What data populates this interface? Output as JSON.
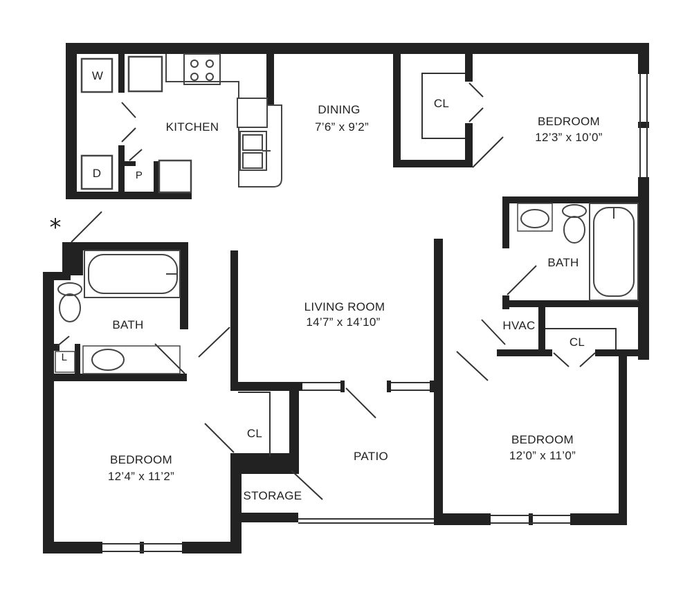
{
  "colors": {
    "wall": "#222222",
    "fixture": "#444444",
    "background": "#ffffff"
  },
  "rooms": {
    "kitchen": {
      "name": "KITCHEN"
    },
    "dining": {
      "name": "DINING",
      "size": "7’6” x 9’2”"
    },
    "bedroom_ne": {
      "name": "BEDROOM",
      "size": "12’3” x 10’0”"
    },
    "closet_ne": {
      "name": "CL"
    },
    "bath_east": {
      "name": "BATH"
    },
    "living": {
      "name": "LIVING ROOM",
      "size": "14’7” x 14’10”"
    },
    "bath_west": {
      "name": "BATH"
    },
    "hvac": {
      "name": "HVAC"
    },
    "closet_se": {
      "name": "CL"
    },
    "closet_sw": {
      "name": "CL"
    },
    "patio": {
      "name": "PATIO"
    },
    "storage": {
      "name": "STORAGE"
    },
    "bedroom_sw": {
      "name": "BEDROOM",
      "size": "12’4” x 11’2”"
    },
    "bedroom_se": {
      "name": "BEDROOM",
      "size": "12’0” x 11’0”"
    }
  },
  "appliances": {
    "washer": "W",
    "dryer": "D",
    "pantry": "P",
    "linen": "L"
  },
  "marker": "*"
}
